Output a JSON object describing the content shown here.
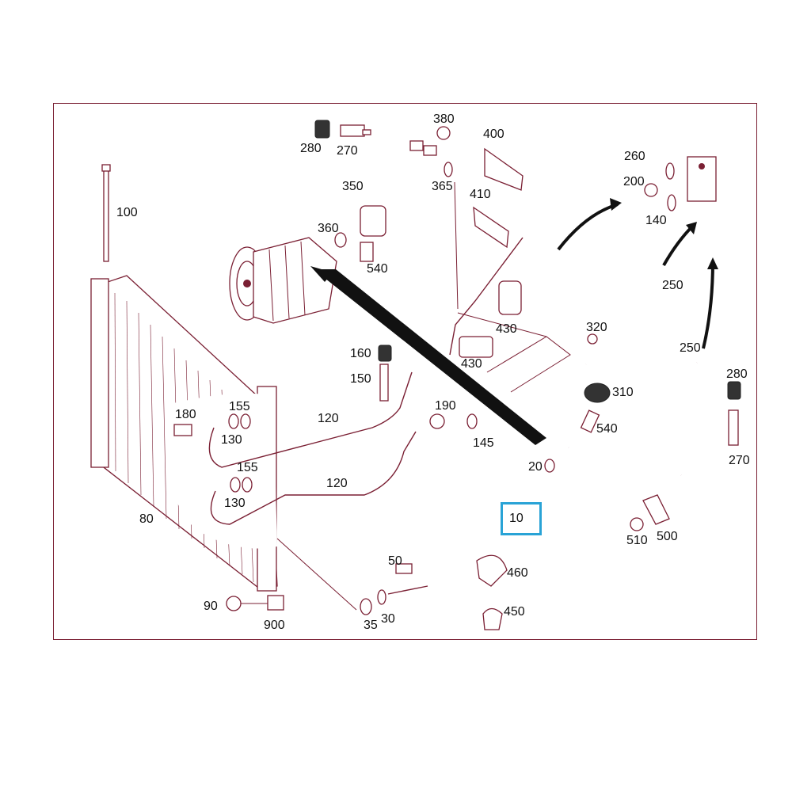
{
  "diagram": {
    "highlight_color": "#29a3d6",
    "line_color": "#7a1f33",
    "labels": {
      "l10": "10",
      "l20": "20",
      "l30": "30",
      "l35": "35",
      "l50": "50",
      "l80": "80",
      "l90": "90",
      "l100": "100",
      "l120a": "120",
      "l120b": "120",
      "l130a": "130",
      "l130b": "130",
      "l140": "140",
      "l145": "145",
      "l150": "150",
      "l155a": "155",
      "l155b": "155",
      "l160": "160",
      "l180": "180",
      "l190": "190",
      "l200": "200",
      "l250a": "250",
      "l250b": "250",
      "l260": "260",
      "l270a": "270",
      "l270b": "270",
      "l280a": "280",
      "l280b": "280",
      "l310": "310",
      "l320": "320",
      "l350": "350",
      "l360": "360",
      "l365": "365",
      "l380": "380",
      "l400": "400",
      "l410": "410",
      "l430a": "430",
      "l430b": "430",
      "l450": "450",
      "l460": "460",
      "l500": "500",
      "l510": "510",
      "l540a": "540",
      "l540b": "540",
      "l900": "900"
    }
  }
}
